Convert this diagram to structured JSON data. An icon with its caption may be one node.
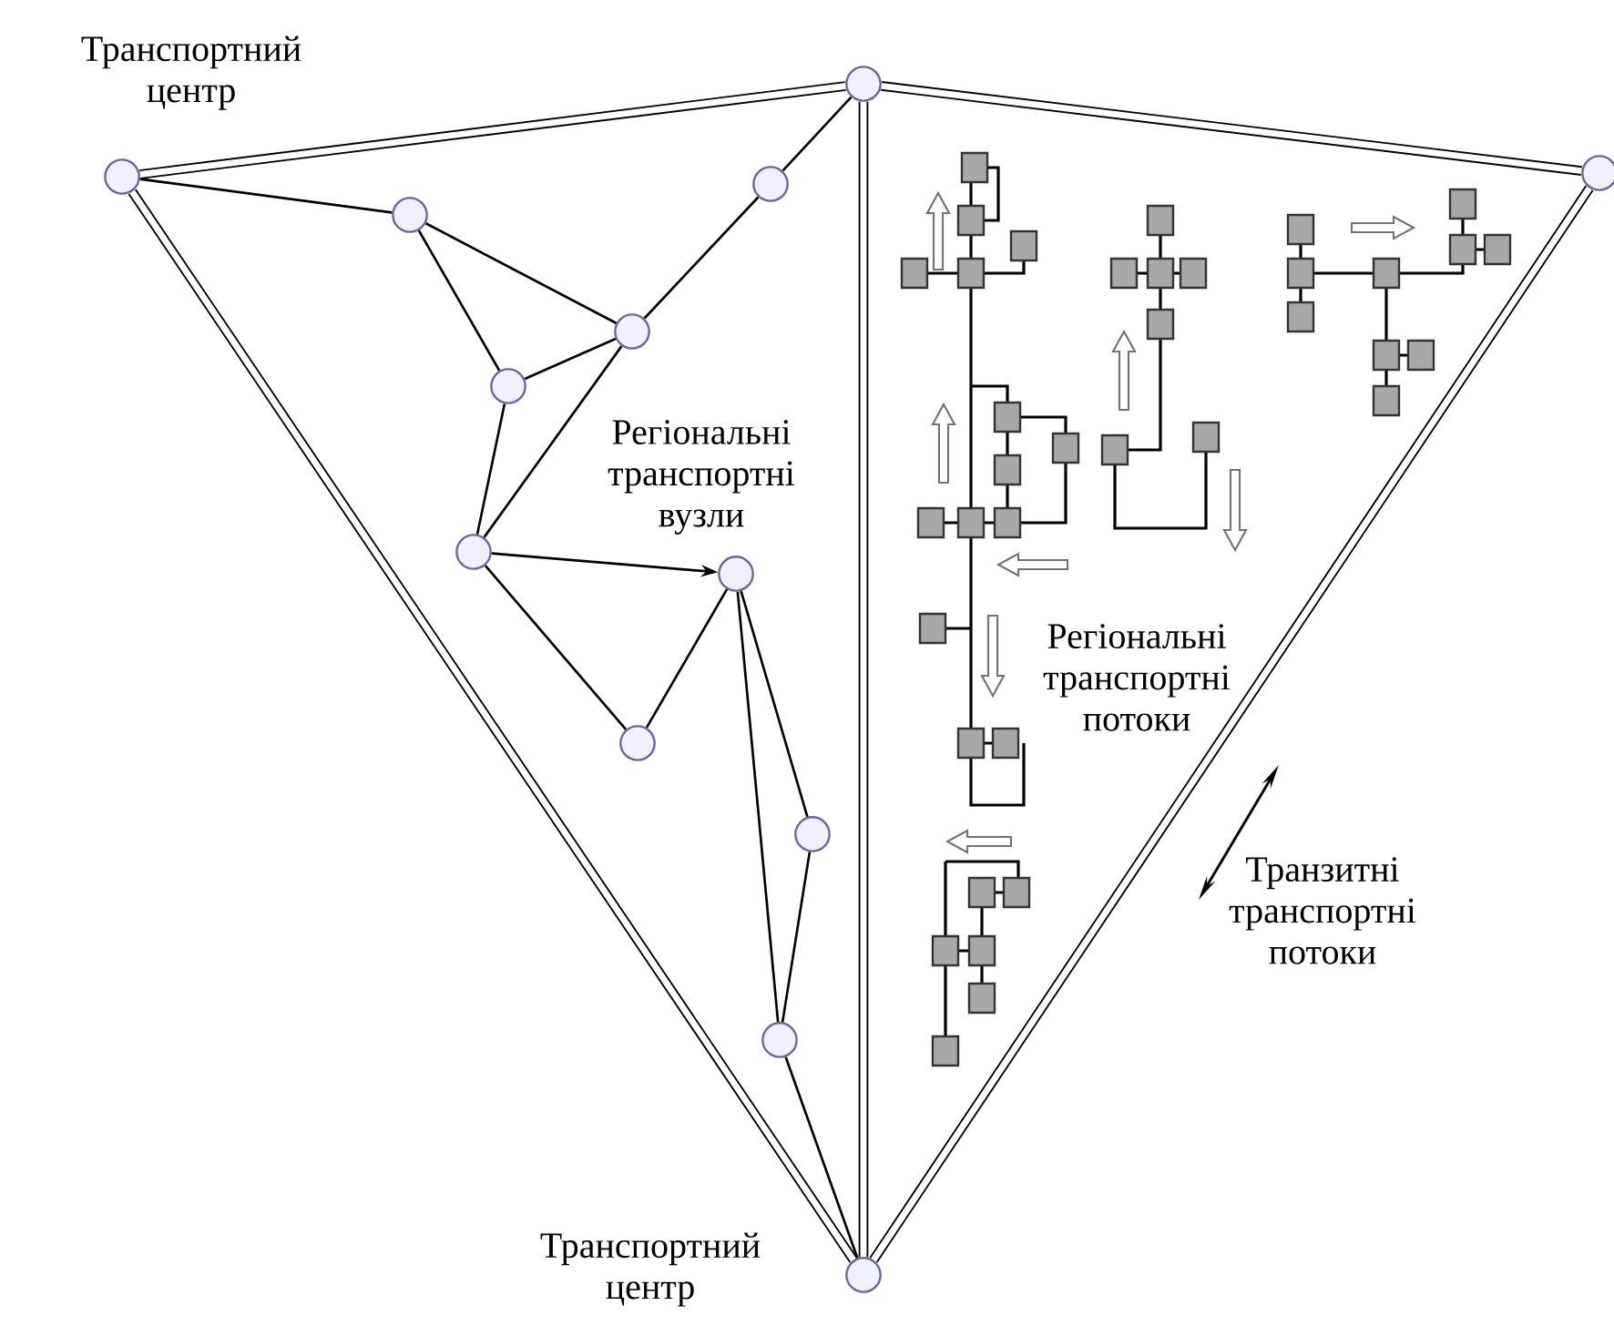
{
  "diagram": {
    "nodes": [
      {
        "text": [],
        "shape": "circle",
        "beside": [
          "Транспортний центр"
        ]
      },
      {
        "text": [],
        "shape": "circle"
      },
      {
        "text": [],
        "shape": "circle"
      },
      {
        "text": [],
        "shape": "circle",
        "beside": [
          "Транспортний центр"
        ]
      },
      {
        "text": [],
        "shape": "circle"
      },
      {
        "text": [],
        "shape": "circle"
      },
      {
        "text": [],
        "shape": "circle"
      },
      {
        "text": [],
        "shape": "circle"
      },
      {
        "text": [],
        "shape": "circle"
      },
      {
        "text": [],
        "shape": "circle"
      },
      {
        "text": [],
        "shape": "circle"
      },
      {
        "text": [],
        "shape": "circle"
      },
      {
        "text": [],
        "shape": "circle"
      }
    ],
    "edges": [
      {
        "from": 0,
        "to": 1,
        "arrow": "none",
        "style": "thick"
      },
      {
        "from": 1,
        "to": 2,
        "arrow": "none",
        "style": "thick"
      },
      {
        "from": 0,
        "to": 3,
        "arrow": "none",
        "style": "thick"
      },
      {
        "from": 1,
        "to": 3,
        "arrow": "none",
        "style": "thick"
      },
      {
        "from": 2,
        "to": 3,
        "arrow": "none",
        "style": "thick"
      },
      {
        "from": 0,
        "to": 4,
        "arrow": "none"
      },
      {
        "from": 4,
        "to": 6,
        "arrow": "none"
      },
      {
        "from": 4,
        "to": 7,
        "arrow": "none"
      },
      {
        "from": 7,
        "to": 6,
        "arrow": "none"
      },
      {
        "from": 6,
        "to": 5,
        "arrow": "none"
      },
      {
        "from": 5,
        "to": 1,
        "arrow": "none"
      },
      {
        "from": 7,
        "to": 8,
        "arrow": "none"
      },
      {
        "from": 8,
        "to": 6,
        "arrow": "none"
      },
      {
        "from": 8,
        "to": 9,
        "arrow": "to"
      },
      {
        "from": 8,
        "to": 10,
        "arrow": "none"
      },
      {
        "from": 10,
        "to": 9,
        "arrow": "none"
      },
      {
        "from": 9,
        "to": 11,
        "arrow": "none"
      },
      {
        "from": 9,
        "to": 12,
        "arrow": "none"
      },
      {
        "from": 11,
        "to": 12,
        "arrow": "none"
      },
      {
        "from": 12,
        "to": 3,
        "arrow": "none"
      }
    ],
    "labels": [
      "Регіональні транспортні вузли",
      "Регіональні транспортні потоки",
      "Транзитні транспортні потоки"
    ]
  }
}
